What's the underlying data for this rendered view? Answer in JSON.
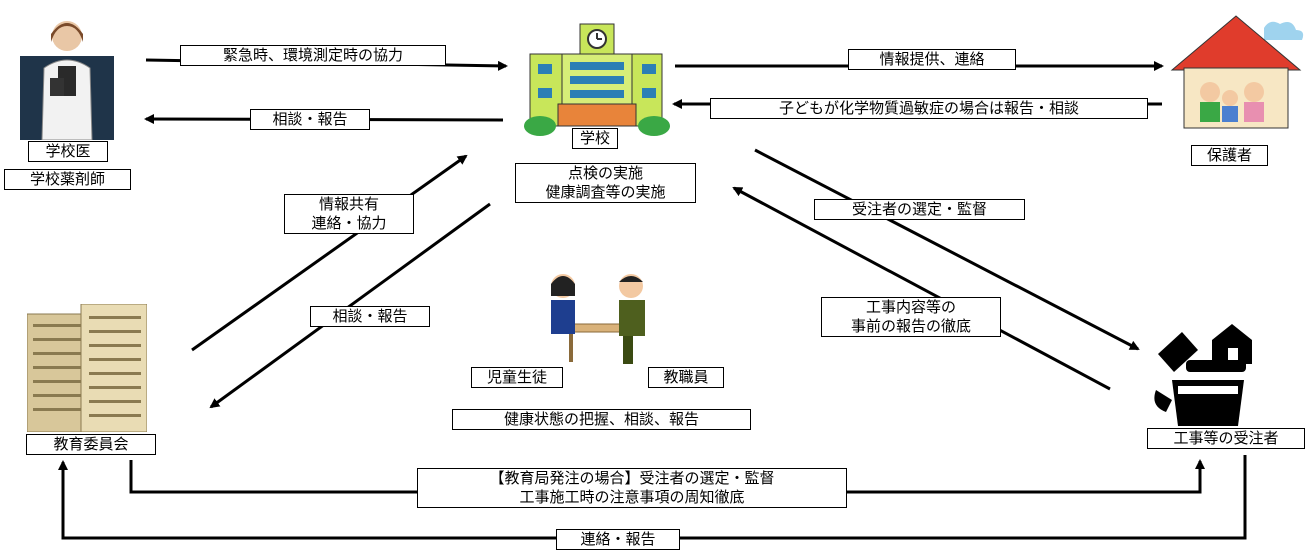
{
  "nodes": {
    "school_doctor_1": "学校医",
    "school_doctor_2": "学校薬剤師",
    "school": "学校",
    "school_tasks": "点検の実施\n健康調査等の実施",
    "guardians": "保護者",
    "board": "教育委員会",
    "contractor": "工事等の受注者",
    "students": "児童生徒",
    "staff": "教職員"
  },
  "edges": {
    "doctor_to_school": "緊急時、環境測定時の協力",
    "school_to_doctor": "相談・報告",
    "school_to_guardians": "情報提供、連絡",
    "guardians_to_school": "子どもが化学物質過敏症の場合は報告・相談",
    "board_to_school": "情報共有\n連絡・協力",
    "school_to_board": "相談・報告",
    "school_to_contractor": "受注者の選定・監督",
    "contractor_to_school": "工事内容等の\n事前の報告の徹底",
    "board_to_contractor": "【教育局発注の場合】受注者の選定・監督\n工事施工時の注意事項の周知徹底",
    "contractor_to_board": "連絡・報告",
    "classroom": "健康状態の把握、相談、報告"
  },
  "icons": [
    "doctor-illustration",
    "school-building-illustration",
    "family-house-illustration",
    "office-tower-illustration",
    "classroom-consultation-illustration",
    "construction-tools-illustration"
  ]
}
